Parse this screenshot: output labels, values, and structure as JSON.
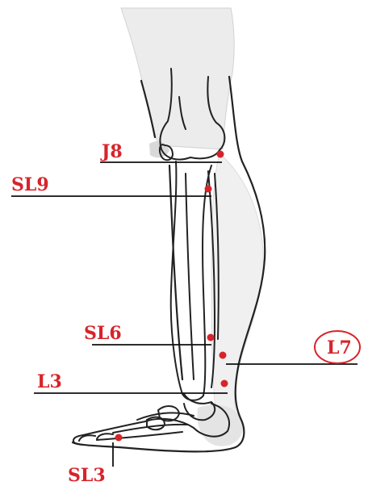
{
  "labels": {
    "j8": "J8",
    "sl9": "SL9",
    "sl6": "SL6",
    "l3": "L3",
    "l7": "L7",
    "sl3": "SL3"
  },
  "colors": {
    "accent": "#d7242b",
    "line": "#111111",
    "bone": "#222222",
    "skin": "#e6e6e6"
  }
}
